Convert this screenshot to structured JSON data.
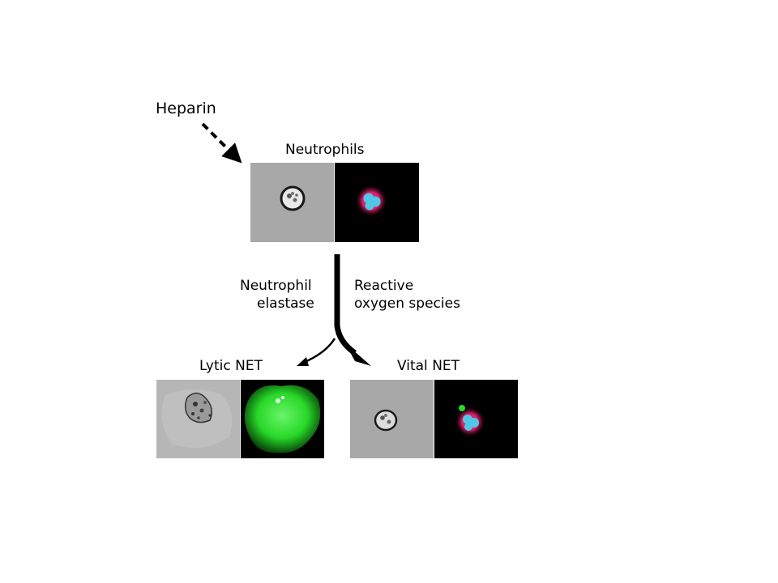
{
  "labels": {
    "heparin": "Heparin",
    "neutrophils": "Neutrophils",
    "elastase_line1": "Neutrophil",
    "elastase_line2": "elastase",
    "ros_line1": "Reactive",
    "ros_line2": "oxygen species",
    "lytic_net": "Lytic NET",
    "vital_net": "Vital NET"
  },
  "colors": {
    "brightfield": "#a8a8a8",
    "membrane": "#e0206a",
    "nucleus": "#4fc8e8",
    "net_dna": "#28d828",
    "arrow": "#000000"
  }
}
